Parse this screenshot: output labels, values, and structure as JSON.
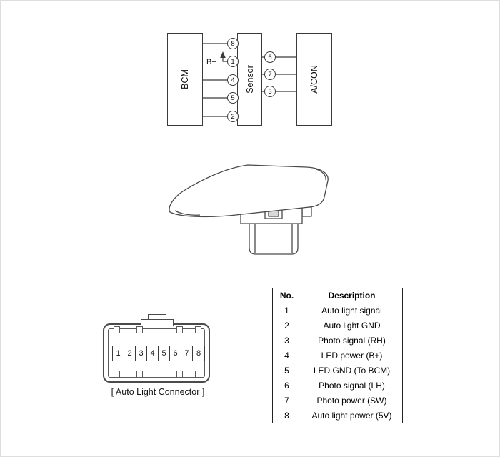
{
  "wiring_diagram": {
    "bcm_label": "BCM",
    "sensor_label": "Sensor",
    "acon_label": "A/CON",
    "bplus_label": "B+",
    "sensor_left_pins": [
      "8",
      "1",
      "4",
      "5",
      "2"
    ],
    "sensor_right_pins": [
      "6",
      "7",
      "3"
    ]
  },
  "connector_diagram": {
    "caption": "[ Auto Light Connector ]",
    "pin_numbers": [
      "1",
      "2",
      "3",
      "4",
      "5",
      "6",
      "7",
      "8"
    ]
  },
  "pin_table": {
    "headers": [
      "No.",
      "Description"
    ],
    "rows": [
      [
        "1",
        "Auto light signal"
      ],
      [
        "2",
        "Auto light GND"
      ],
      [
        "3",
        "Photo signal (RH)"
      ],
      [
        "4",
        "LED power (B+)"
      ],
      [
        "5",
        "LED GND (To BCM)"
      ],
      [
        "6",
        "Photo signal (LH)"
      ],
      [
        "7",
        "Photo power (SW)"
      ],
      [
        "8",
        "Auto light power (5V)"
      ]
    ]
  },
  "colors": {
    "line": "#3a3a3a",
    "text": "#000000",
    "background": "#ffffff"
  }
}
